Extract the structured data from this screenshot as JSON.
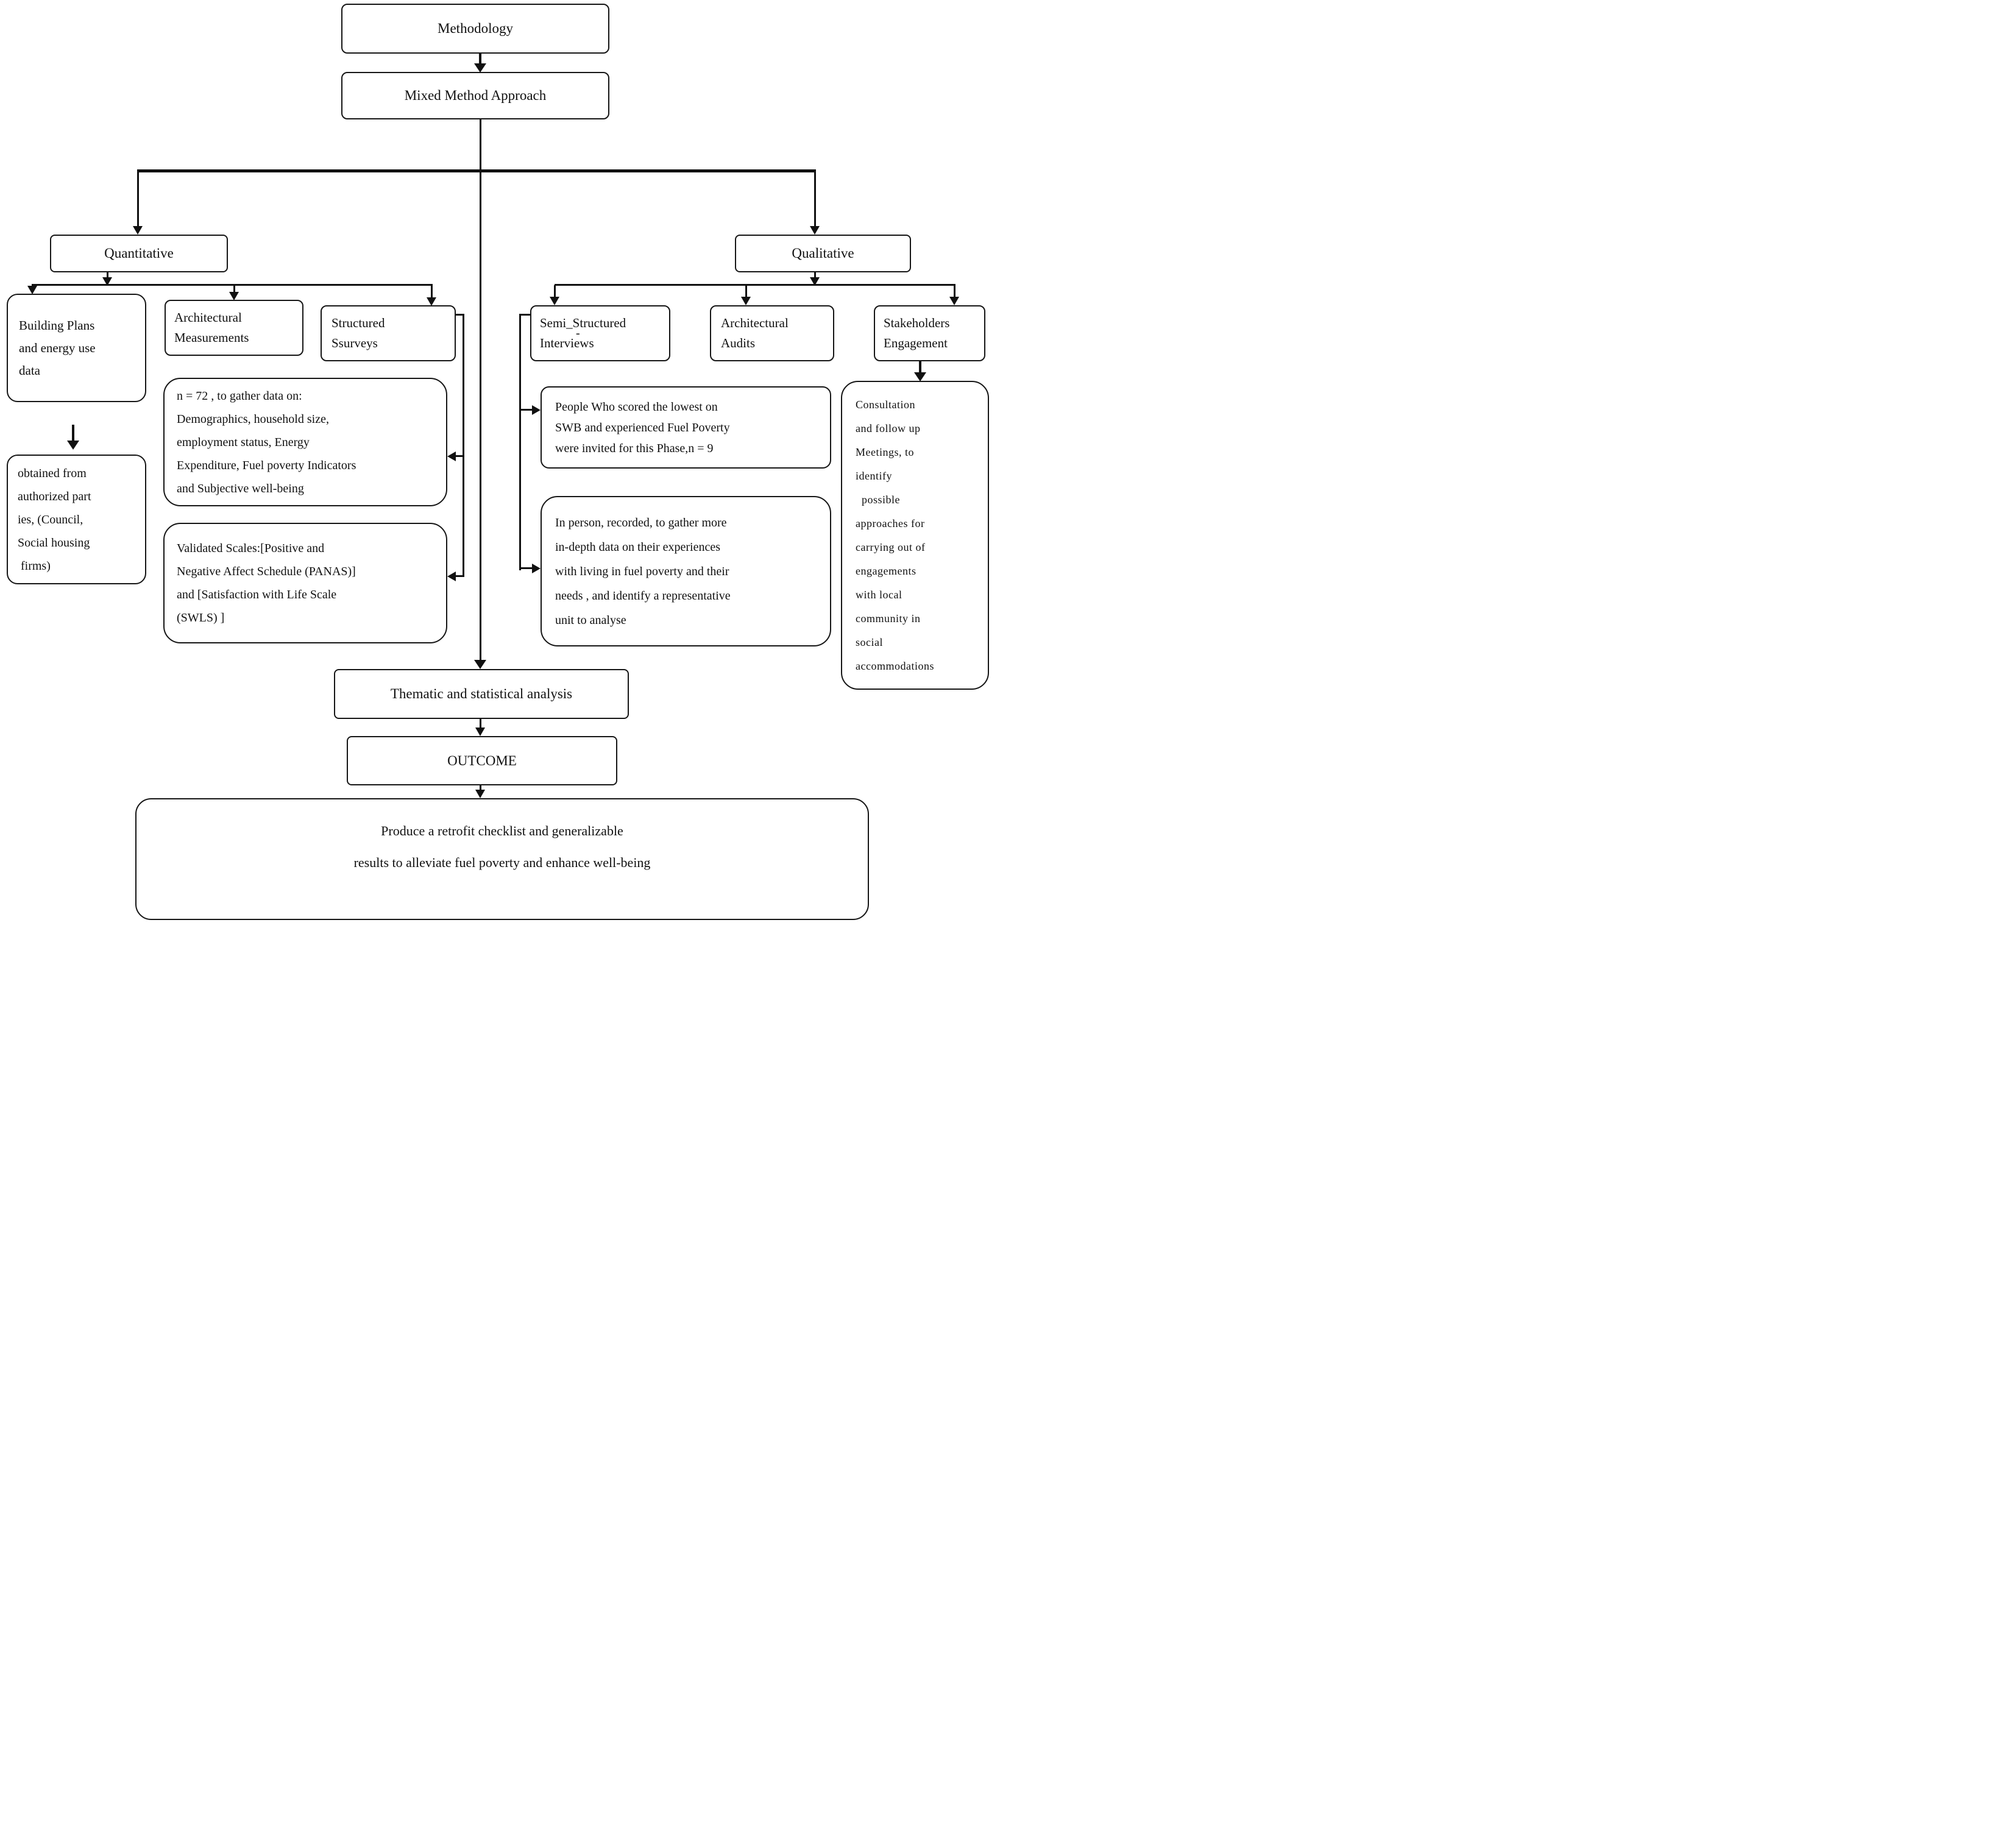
{
  "nodes": {
    "methodology": "Methodology",
    "mixed_method": "Mixed Method Approach",
    "quantitative": "Quantitative",
    "qualitative": "Qualitative",
    "building_plans": "Building Plans\nand energy use\ndata",
    "obtained_from": "obtained from\nauthorized part\nies, (Council,\nSocial housing\n firms)",
    "architectural_measurements": "Architectural\nMeasurements",
    "structured_surveys": "Structured\nSsurveys",
    "n72": "n = 72 , to gather data on:\nDemographics, household size,\nemployment status, Energy\nExpenditure, Fuel poverty Indicators\nand Subjective well-being",
    "validated_scales": "Validated Scales:[Positive and\nNegative Affect Schedule (PANAS)]\nand [Satisfaction with Life Scale\n(SWLS) ]",
    "semi_structured": "Semi_Structured\nInterviews",
    "semi_structured_dash": "-",
    "architectural_audits": "Architectural\nAudits",
    "stakeholders": "Stakeholders\nEngagement",
    "people_invited": "People Who scored the lowest on\nSWB and experienced Fuel Poverty\nwere invited for this Phase,n = 9",
    "in_person": "In person, recorded, to gather more\nin-depth data on their experiences\nwith living in fuel poverty and their\nneeds , and identify a representative\nunit to analyse",
    "consultation": "Consultation\nand follow up\nMeetings, to\nidentify\n  possible\napproaches for\ncarrying out of\nengagements\nwith local\ncommunity in\nsocial\naccommodations",
    "thematic": "Thematic and statistical analysis",
    "outcome": "OUTCOME",
    "final": "Produce a retrofit checklist and generalizable\nresults to alleviate fuel poverty and enhance well-being"
  },
  "colors": {
    "line": "#111111",
    "background": "#ffffff",
    "text": "#111111",
    "border": "#161616"
  }
}
